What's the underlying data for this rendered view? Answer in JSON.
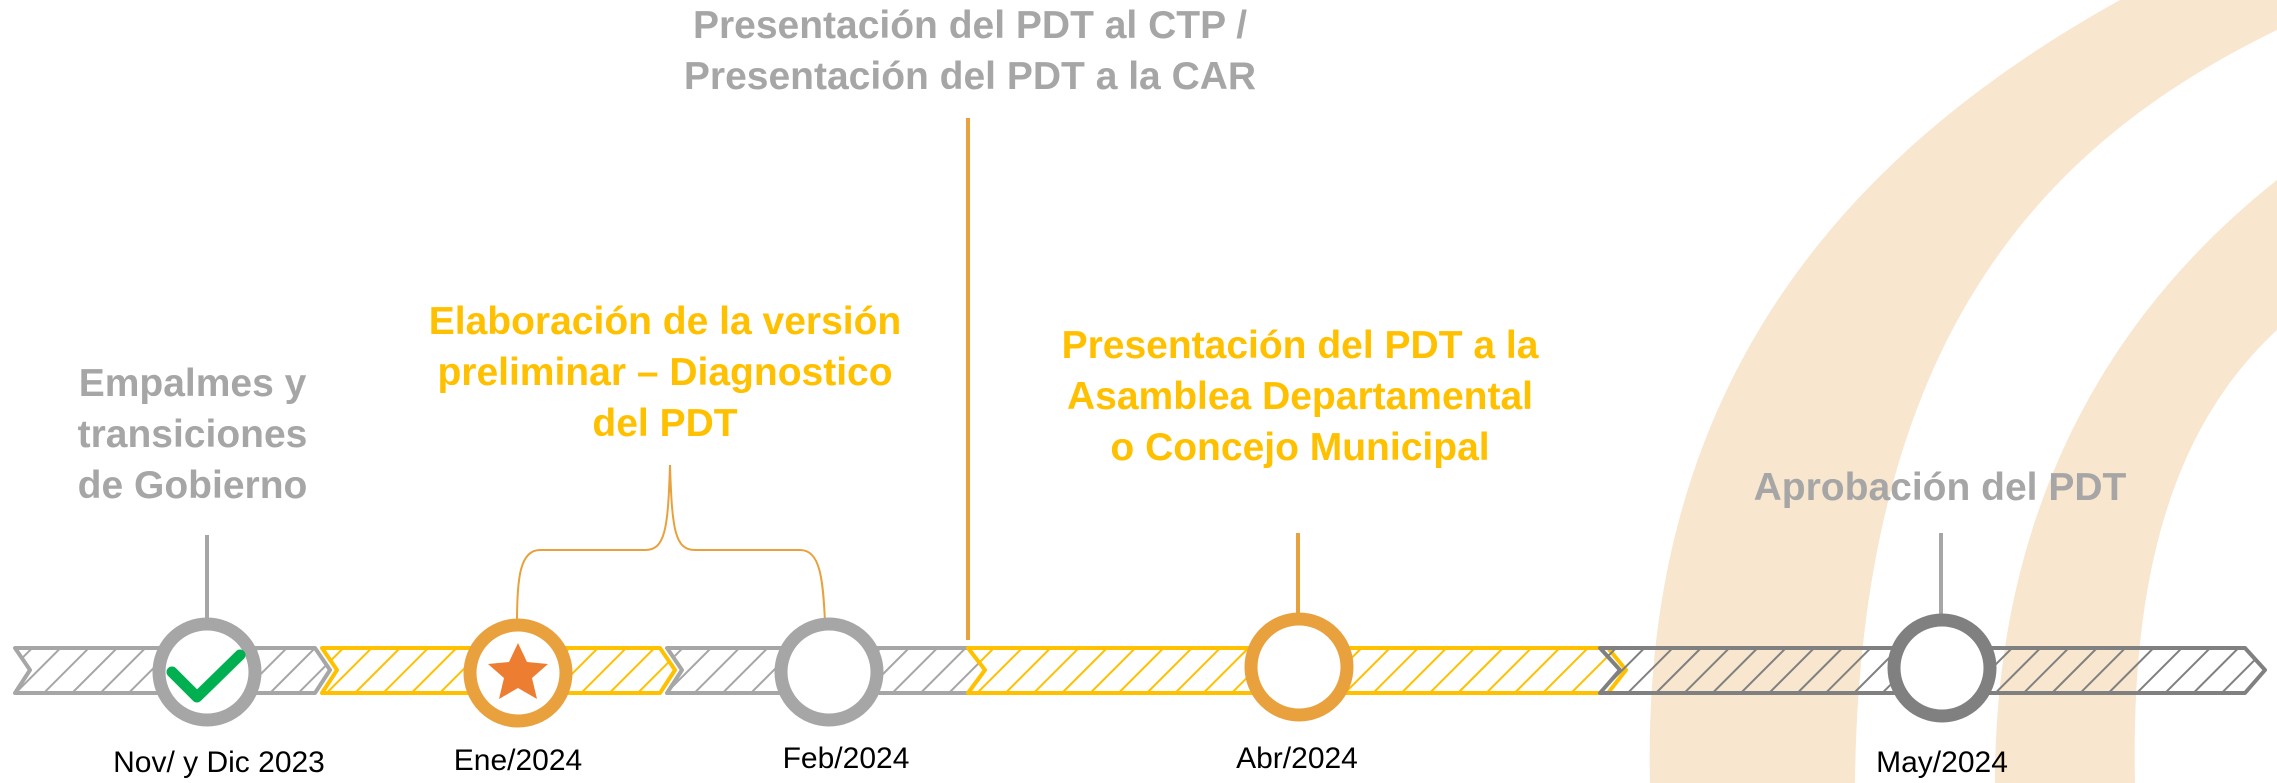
{
  "colors": {
    "gray": "#a6a6a6",
    "dark_gray": "#808080",
    "yellow": "#ffc000",
    "orange": "#e8a13d",
    "star_orange": "#ed7d31",
    "check_green": "#00b050",
    "background_swoosh": "#f8e6cf"
  },
  "timeline": {
    "milestones": [
      {
        "label": "Empalmes y transiciones de Gobierno",
        "date": "Nov/ y Dic 2023",
        "marker_icon": "check-icon"
      },
      {
        "label": "Elaboración de la versión preliminar – Diagnostico del PDT",
        "date": "Ene/2024",
        "marker_icon": "star-icon"
      },
      {
        "label": "",
        "date": "Feb/2024",
        "marker_icon": ""
      },
      {
        "label": "Presentación del PDT al CTP / Presentación del PDT a la CAR",
        "date": "",
        "marker_icon": ""
      },
      {
        "label": "Presentación del PDT a la Asamblea Departamental o Concejo Municipal",
        "date": "Abr/2024",
        "marker_icon": ""
      },
      {
        "label": "Aprobación del PDT",
        "date": "May/2024",
        "marker_icon": ""
      }
    ]
  }
}
